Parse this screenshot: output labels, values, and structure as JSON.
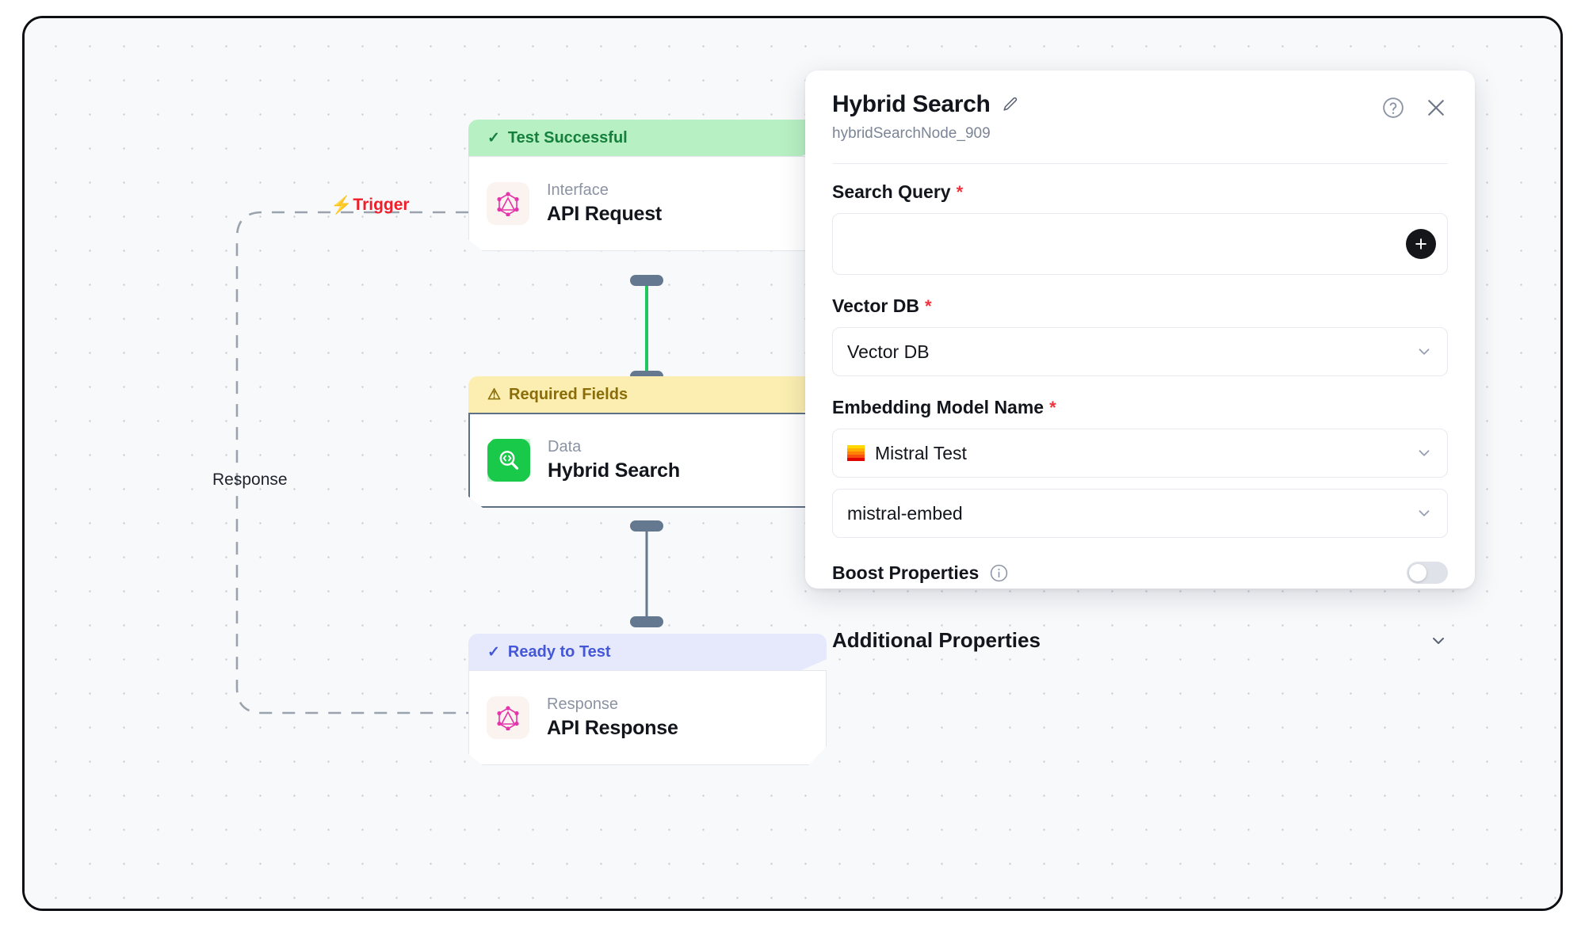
{
  "canvas": {
    "edge_labels": {
      "trigger": "Trigger",
      "trigger_icon": "bolt-icon",
      "response": "Response"
    },
    "nodes": [
      {
        "status": "Test Successful",
        "status_kind": "success",
        "status_icon": "check-icon",
        "type": "Interface",
        "title": "API Request",
        "icon": "graphql-icon",
        "selected": false
      },
      {
        "status": "Required Fields",
        "status_kind": "warning",
        "status_icon": "warning-triangle-icon",
        "type": "Data",
        "title": "Hybrid Search",
        "icon": "code-search-icon",
        "selected": true
      },
      {
        "status": "Ready to Test",
        "status_kind": "info",
        "status_icon": "check-icon",
        "type": "Response",
        "title": "API Response",
        "icon": "graphql-icon",
        "selected": false
      }
    ]
  },
  "panel": {
    "title": "Hybrid Search",
    "edit_icon": "pencil-icon",
    "subtitle": "hybridSearchNode_909",
    "help_icon": "help-circle-icon",
    "close_icon": "close-icon",
    "fields": {
      "search_query": {
        "label": "Search Query",
        "required_mark": "*",
        "value": "",
        "placeholder": "",
        "add_button_icon": "plus-icon"
      },
      "vector_db": {
        "label": "Vector DB",
        "required_mark": "*",
        "value": "Vector DB",
        "chevron_icon": "chevron-down-icon"
      },
      "embedding_model": {
        "label": "Embedding Model Name",
        "required_mark": "*",
        "provider_value": "Mistral Test",
        "provider_icon": "mistral-logo-icon",
        "model_value": "mistral-embed",
        "chevron_icon": "chevron-down-icon"
      },
      "boost_properties": {
        "label": "Boost Properties",
        "info_icon": "info-circle-icon",
        "enabled": false
      },
      "additional_properties": {
        "label": "Additional Properties",
        "chevron_icon": "chevron-down-icon"
      }
    }
  },
  "colors": {
    "accent_red": "#ee1f2a",
    "success_bg": "#b7f0c2",
    "success_text": "#15803d",
    "warning_bg": "#fbeeb0",
    "warning_text": "#8a6d08",
    "info_bg": "#e5e9fb",
    "info_text": "#4557d6",
    "edge_green": "#22c55e",
    "edge_blue": "#64798f",
    "node_icon_green": "#18c94a",
    "graphql_pink": "#e535ab",
    "required_star": "#f0323c"
  }
}
